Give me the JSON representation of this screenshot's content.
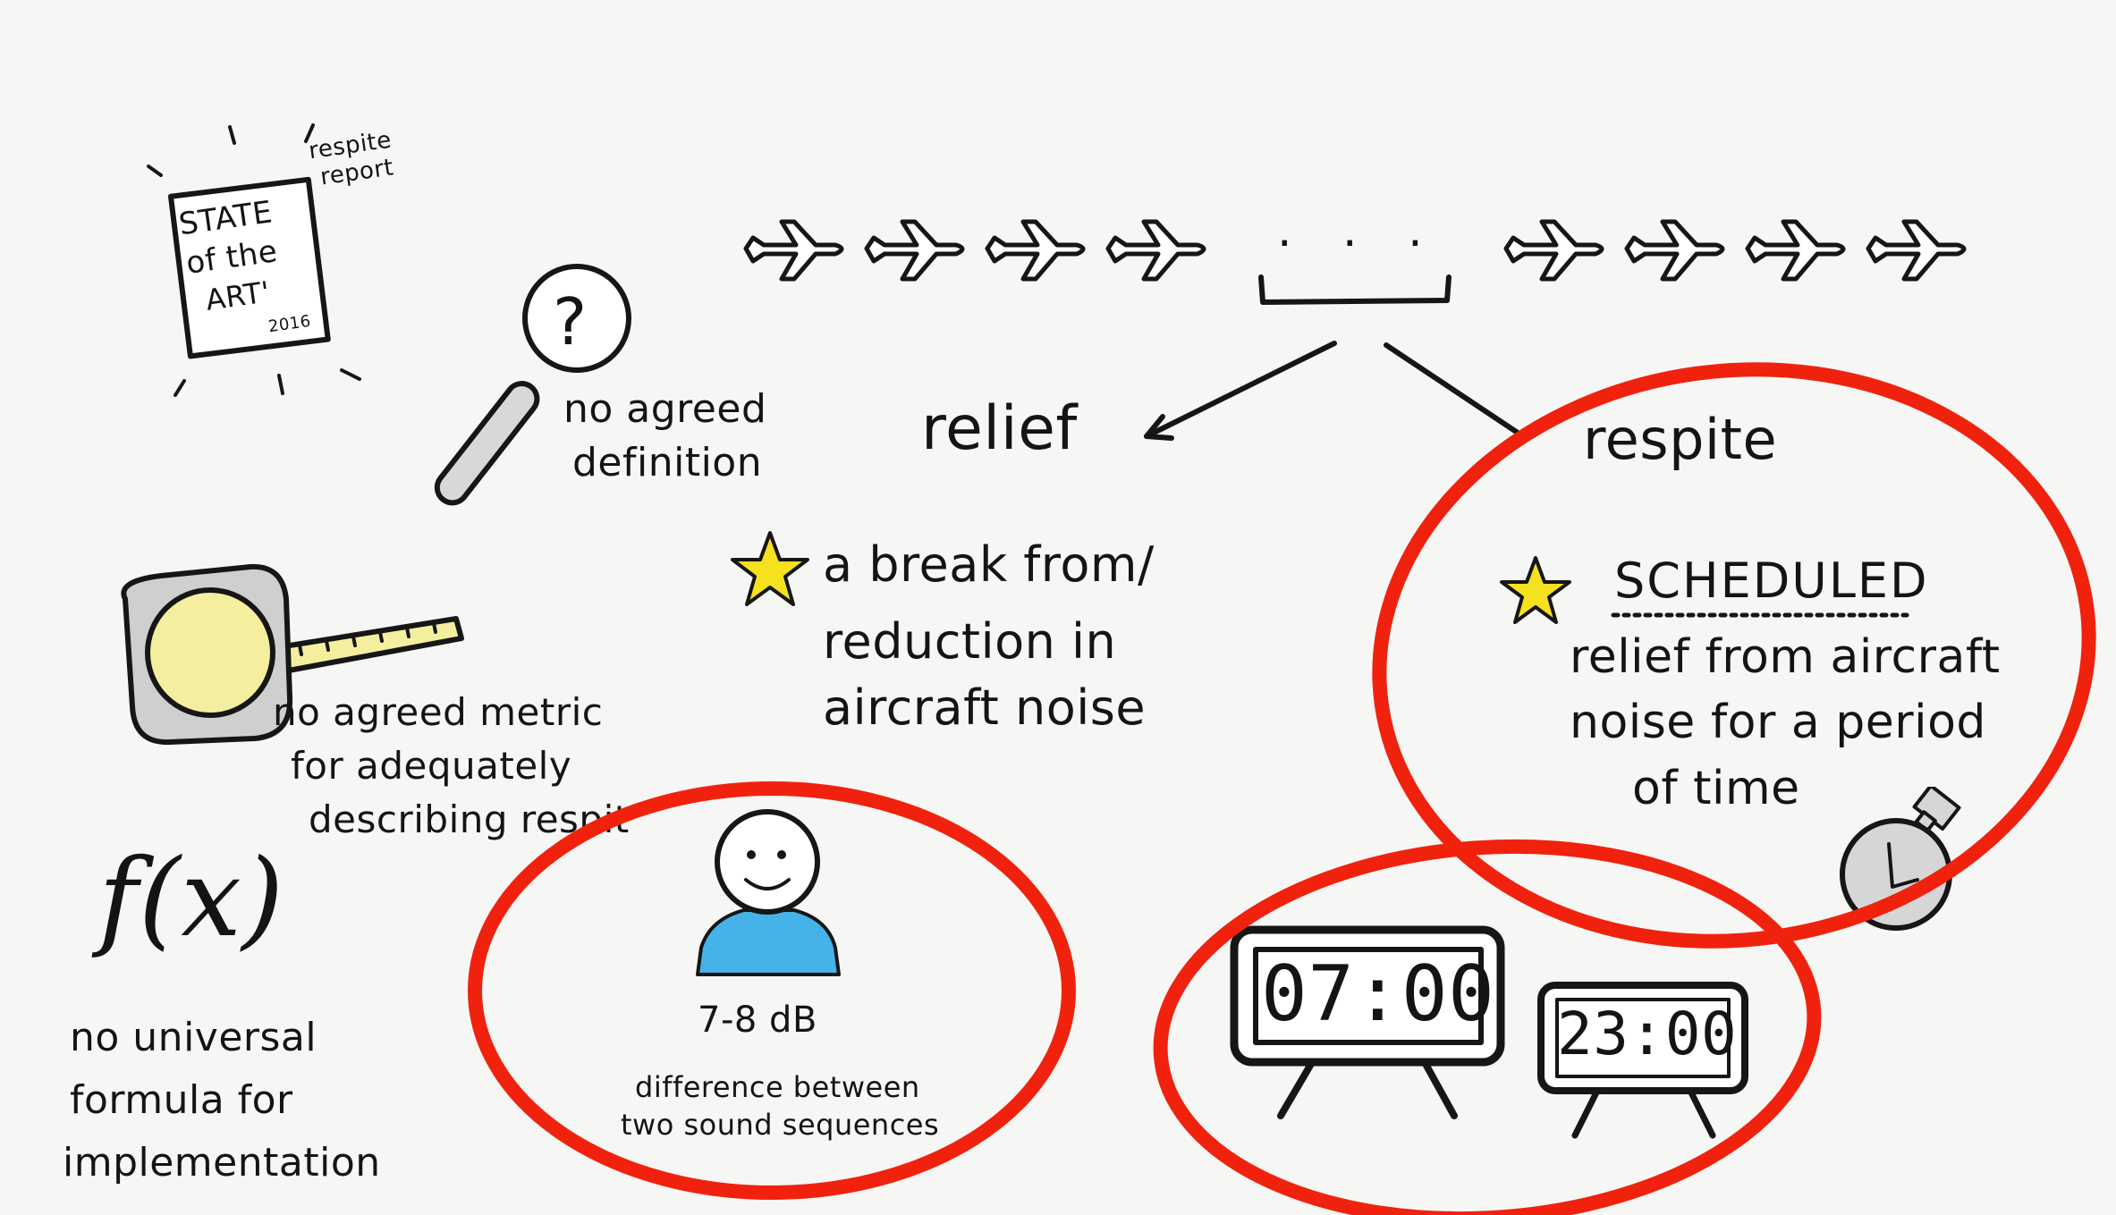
{
  "report": {
    "doc_text": [
      "'STATE",
      "of the",
      "ART'",
      "2016"
    ],
    "side_label": [
      "respite",
      "report"
    ]
  },
  "magnifier": {
    "glyph": "?",
    "label": [
      "no agreed",
      "definition"
    ]
  },
  "tape": {
    "label": [
      "no agreed metric",
      "for adequately",
      "describing respit"
    ]
  },
  "formula": {
    "glyph": "f(x)",
    "label": [
      "no universal",
      "formula for",
      "implementation"
    ]
  },
  "flights": {
    "ellipsis": ". . .",
    "left_count": 4,
    "right_count": 4
  },
  "relief": {
    "title": "relief",
    "definition": [
      "a break from/",
      "reduction in",
      "aircraft noise"
    ]
  },
  "respite": {
    "title": "respite",
    "scheduled": "SCHEDULED",
    "definition": [
      "relief from aircraft",
      "noise for a period",
      "of time"
    ]
  },
  "listener": {
    "value": "7-8 dB",
    "caption": [
      "difference between",
      "two sound sequences"
    ]
  },
  "clocks": {
    "morning": "07:00",
    "night": "23:00"
  },
  "colors": {
    "highlight_red": "#f0220d",
    "star_yellow": "#f6e11e",
    "tape_yellow": "#f3ef9e",
    "person_blue": "#45b3e7",
    "stopwatch_grey": "#d6d6d6"
  }
}
